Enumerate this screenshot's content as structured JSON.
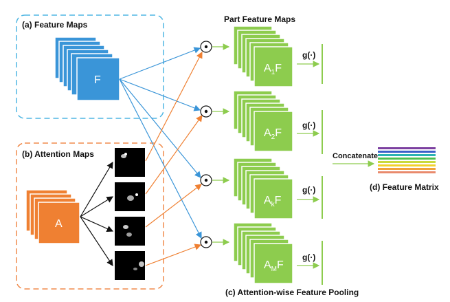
{
  "colors": {
    "blue": "#3a95d8",
    "orange": "#ef8032",
    "green": "#8dcc4e",
    "dash_blue": "#4fb6e3",
    "dash_orange": "#f08a4b",
    "arrow_blue": "#3a95d8",
    "arrow_orange": "#ef8032",
    "arrow_green": "#8dcc4e"
  },
  "labels": {
    "feature_maps": "(a) Feature Maps",
    "attention_maps": "(b) Attention Maps",
    "part_feature_maps": "Part Feature Maps",
    "pooling": "(c) Attention-wise Feature Pooling",
    "concatenate": "Concatenate",
    "feature_matrix": "(d) Feature Matrix",
    "F": "F",
    "A": "A"
  },
  "part_features": [
    {
      "main": "A",
      "sub": "1",
      "tail": "F",
      "pool": "g(·)"
    },
    {
      "main": "A",
      "sub": "2",
      "tail": "F",
      "pool": "g(·)"
    },
    {
      "main": "A",
      "sub": "k",
      "tail": "F",
      "pool": "g(·)"
    },
    {
      "main": "A",
      "sub": "M",
      "tail": "F",
      "pool": "g(·)"
    }
  ],
  "feature_matrix_colors": [
    "#7b3fa0",
    "#3b5fc9",
    "#2bb3b3",
    "#4fbf4f",
    "#c9d93c",
    "#f2d22e",
    "#f0a23a",
    "#e98a6c"
  ],
  "operator_symbol": "⊙"
}
